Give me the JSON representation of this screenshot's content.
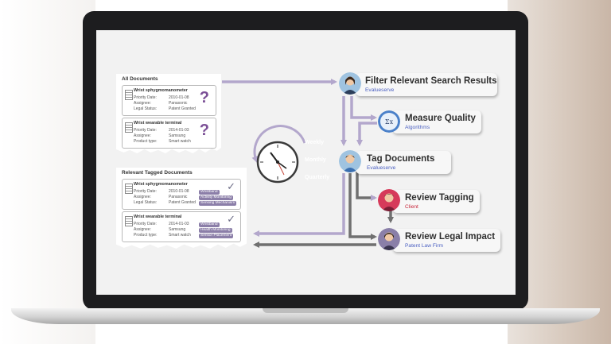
{
  "all_documents": {
    "title": "All Documents",
    "cards": [
      {
        "title": "Wrist sphygmomanometer",
        "rows": [
          {
            "label": "Priority Date:",
            "value": "2010-01-08"
          },
          {
            "label": "Assignee:",
            "value": "Panasonic"
          },
          {
            "label": "Legal Status:",
            "value": "Patent Granted"
          }
        ],
        "marker": "?"
      },
      {
        "title": "Wrist wearable terminal",
        "rows": [
          {
            "label": "Priority Date:",
            "value": "2014-01-03"
          },
          {
            "label": "Assignee:",
            "value": "Samsung"
          },
          {
            "label": "Product type:",
            "value": "Smart watch"
          }
        ],
        "marker": "?"
      }
    ]
  },
  "tagged_documents": {
    "title": "Relevant Tagged Documents",
    "cards": [
      {
        "title": "Wrist sphygmomanometer",
        "rows": [
          {
            "label": "Priority Date:",
            "value": "2010-01-08",
            "tag": "Wristband"
          },
          {
            "label": "Assignee:",
            "value": "Panasonic",
            "tag": "Activity Monitoring"
          },
          {
            "label": "Legal Status:",
            "value": "Patent Granted",
            "tag": "Sensing Mechanism"
          }
        ],
        "marker": "✓"
      },
      {
        "title": "Wrist wearable terminal",
        "rows": [
          {
            "label": "Priority Date:",
            "value": "2014-01-03",
            "tag": "Wristband"
          },
          {
            "label": "Assignee:",
            "value": "Samsung",
            "tag": "Health Monitoring"
          },
          {
            "label": "Product type:",
            "value": "Smart watch",
            "tag": "Sensor Placement"
          }
        ],
        "marker": "✓"
      }
    ]
  },
  "steps": [
    {
      "title": "Filter Relevant Search Results",
      "subtitle": "Evalueserve"
    },
    {
      "title": "Measure Quality",
      "subtitle": "Algorithms"
    },
    {
      "title": "Tag Documents",
      "subtitle": "Evalueserve"
    },
    {
      "title": "Review Tagging",
      "subtitle": "Client"
    },
    {
      "title": "Review Legal Impact",
      "subtitle": "Patent Law Firm"
    }
  ],
  "frequency": [
    "Weekly",
    "Monthly",
    "Quarterly"
  ],
  "icons": {
    "document": "document-icon",
    "clock": "clock-icon",
    "formula": "formula-icon",
    "person": "person-icon"
  },
  "colors": {
    "purple_arrow": "#b3a7cc",
    "gray_arrow": "#707070",
    "marker_purple": "#7b4f96",
    "subtitle_blue": "#4a5fc1",
    "subtitle_red": "#c7263b",
    "tag_bg": "#8b7ea8"
  }
}
